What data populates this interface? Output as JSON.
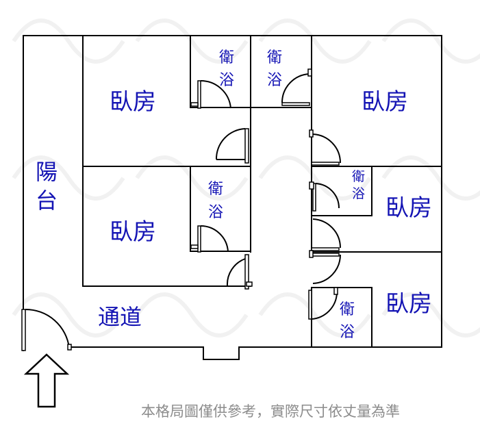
{
  "colors": {
    "label": "#1414b4",
    "wall": "#000000",
    "disclaimer": "#8c8c8c",
    "watermark": "#d8d8d8"
  },
  "rooms": {
    "bedroom_top_left": "臥房",
    "bedroom_mid_left": "臥房",
    "bedroom_top_right": "臥房",
    "bedroom_mid_right": "臥房",
    "bedroom_bottom_right": "臥房"
  },
  "bathrooms": {
    "bath_1": [
      "衛",
      "浴"
    ],
    "bath_2": [
      "衛",
      "浴"
    ],
    "bath_3": [
      "衛",
      "浴"
    ],
    "bath_4": [
      "衛",
      "浴"
    ],
    "bath_5": [
      "衛",
      "浴"
    ]
  },
  "balcony": [
    "陽",
    "台"
  ],
  "corridor": "通道",
  "entrance_icon": "up-arrow-icon",
  "disclaimer": "本格局圖僅供參考，實際尺寸依丈量為準"
}
